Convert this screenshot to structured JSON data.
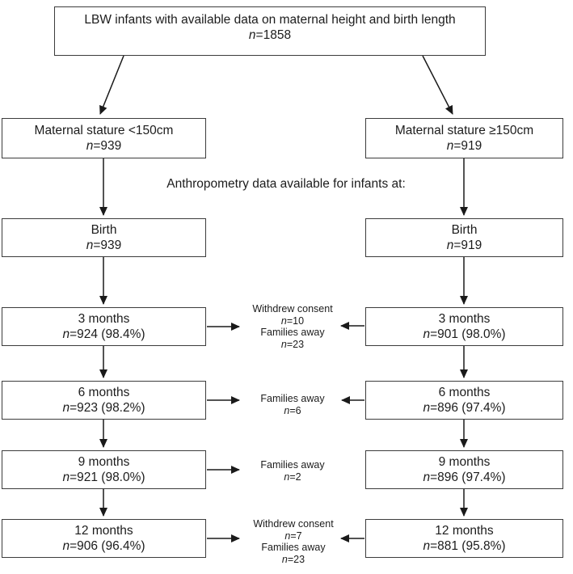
{
  "title_box": {
    "label": "LBW infants with available data on maternal height and birth length",
    "n": "n=1858"
  },
  "mid_note": "Anthropometry data available for infants at:",
  "left_column": {
    "header": {
      "label": "Maternal stature <150cm",
      "n": "n=939"
    },
    "rows": [
      {
        "label": "Birth",
        "n": "n=939"
      },
      {
        "label": "3 months",
        "n": "n=924 (98.4%)"
      },
      {
        "label": "6 months",
        "n": "n=923 (98.2%)"
      },
      {
        "label": "9 months",
        "n": "n=921 (98.0%)"
      },
      {
        "label": "12 months",
        "n": "n=906 (96.4%)"
      }
    ]
  },
  "right_column": {
    "header": {
      "label": "Maternal stature ≥150cm",
      "n": "n=919"
    },
    "rows": [
      {
        "label": "Birth",
        "n": "n=919"
      },
      {
        "label": "3 months",
        "n": "n=901 (98.0%)"
      },
      {
        "label": "6 months",
        "n": "n=896 (97.4%)"
      },
      {
        "label": "9 months",
        "n": "n=896 (97.4%)"
      },
      {
        "label": "12 months",
        "n": "n=881 (95.8%)"
      }
    ]
  },
  "dropout_notes": [
    {
      "lines": [
        "Withdrew consent",
        "n=10",
        "Families away",
        "n=23"
      ]
    },
    {
      "lines": [
        "Families away",
        "n=6"
      ]
    },
    {
      "lines": [
        "Families away",
        "n=2"
      ]
    },
    {
      "lines": [
        "Withdrew consent",
        "n=7",
        "Families away",
        "n=23"
      ]
    }
  ],
  "colors": {
    "background": "#ffffff",
    "line": "#1a1a1a",
    "box_border": "#3c3c3c",
    "text": "#1c1c1c"
  }
}
